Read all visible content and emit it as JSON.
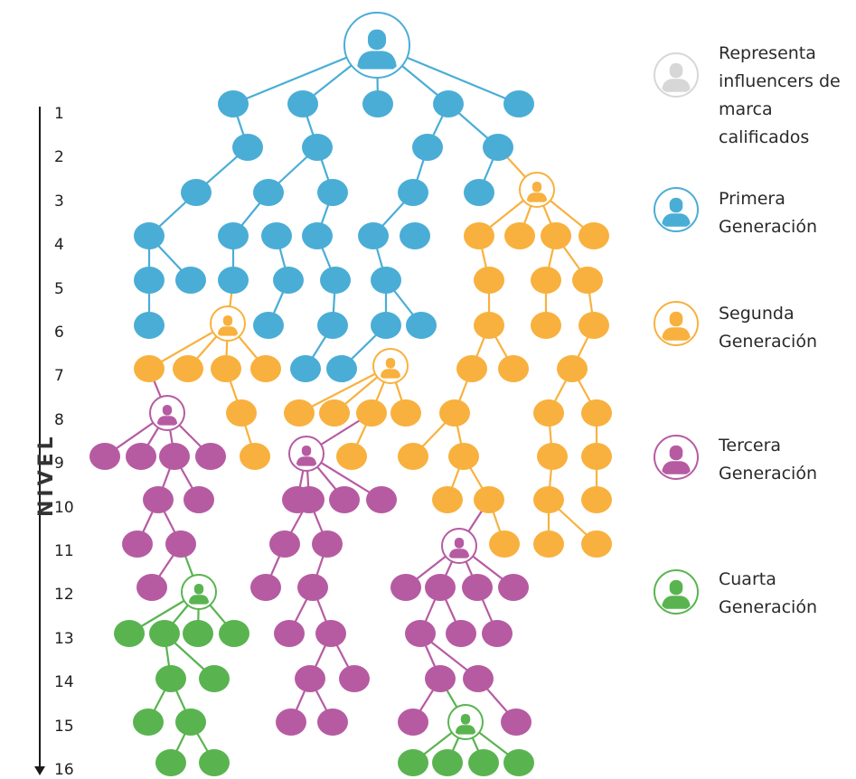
{
  "colors": {
    "root": "#4aadd6",
    "primera": "#4aadd6",
    "segunda": "#f8b13e",
    "tercera": "#b65ba2",
    "cuarta": "#59b450",
    "calificado": "#d7d7d7",
    "axis": "#1a1a1a"
  },
  "axis_title": "NIVEL",
  "levels": [
    "1",
    "2",
    "3",
    "4",
    "5",
    "6",
    "7",
    "8",
    "9",
    "10",
    "11",
    "12",
    "13",
    "14",
    "15",
    "16"
  ],
  "legend": [
    {
      "key": "calificado",
      "icon": "person-icon",
      "lines": [
        "Representa",
        "influencers de",
        "marca",
        "calificados"
      ]
    },
    {
      "key": "primera",
      "icon": "person-icon",
      "lines": [
        "Primera",
        "Generación"
      ]
    },
    {
      "key": "segunda",
      "icon": "person-icon",
      "lines": [
        "Segunda",
        "Generación"
      ]
    },
    {
      "key": "tercera",
      "icon": "person-icon",
      "lines": [
        "Tercera",
        "Generación"
      ]
    },
    {
      "key": "cuarta",
      "icon": "person-icon",
      "lines": [
        "Cuarta",
        "Generación"
      ]
    }
  ]
}
